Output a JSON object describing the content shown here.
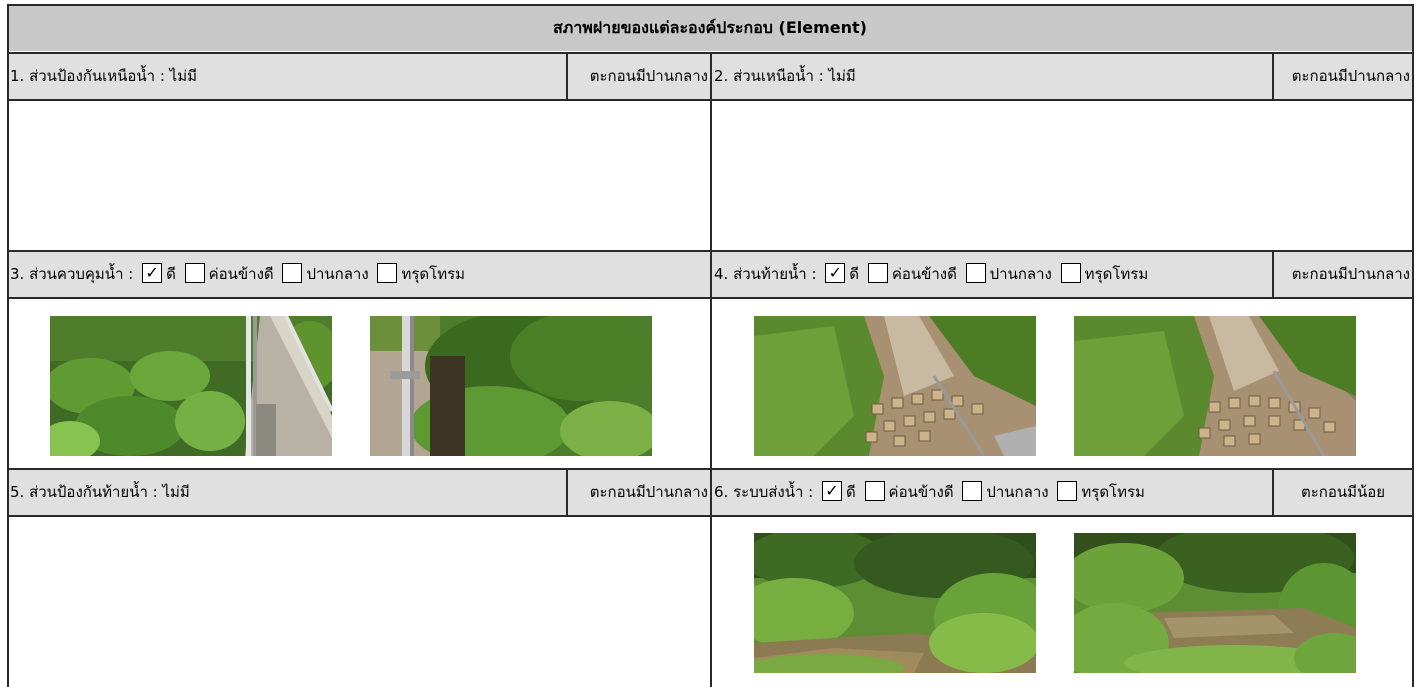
{
  "title": "สภาพฝายของแต่ละองค์ประกอบ (Element)",
  "sections": [
    {
      "label": "1. ส่วนป้องกันเหนือน้ำ : ไม่มี",
      "status": "ตะกอนมีปานกลาง"
    },
    {
      "label": "2. ส่วนเหนือน้ำ : ไม่มี",
      "status": "ตะกอนมีปานกลาง"
    },
    {
      "prefix": "3. ส่วนควบคุมน้ำ :",
      "options": [
        "ดี",
        "ค่อนข้างดี",
        "ปานกลาง",
        "ทรุดโทรม"
      ],
      "checked": "ดี",
      "status": ""
    },
    {
      "prefix": "4. ส่วนท้ายน้ำ :",
      "options": [
        "ดี",
        "ค่อนข้างดี",
        "ปานกลาง",
        "ทรุดโทรม"
      ],
      "checked": "ดี",
      "status": "ตะกอนมีปานกลาง"
    },
    {
      "label": "5. ส่วนป้องกันท้ายน้ำ : ไม่มี",
      "status": "ตะกอนมีปานกลาง"
    },
    {
      "prefix": "6. ระบบส่งน้ำ :",
      "options": [
        "ดี",
        "ค่อนข้างดี",
        "ปานกลาง",
        "ทรุดโทรม"
      ],
      "checked": "ดี",
      "status": "ตะกอนมีน้อย"
    }
  ],
  "check_mark": "✓",
  "colors": {
    "title_band": "#c8c8c8",
    "row_band": "#e0e0e0",
    "grid_line": "#2a2a2a"
  }
}
